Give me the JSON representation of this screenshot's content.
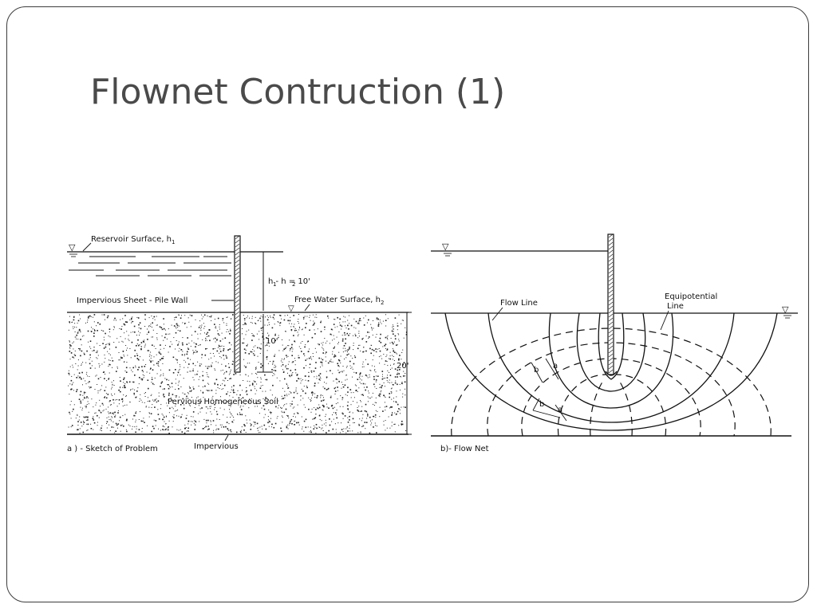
{
  "slide": {
    "title": "Flownet Contruction (1)"
  },
  "sketch": {
    "reservoir_label": "Reservoir Surface, h",
    "reservoir_sub": "1",
    "head_diff_label": "h  - h  = 10'",
    "head_h1_sub": "1",
    "head_h2_sub": "2",
    "wall_label": "Impervious Sheet - Pile Wall",
    "free_surface_label": "Free Water Surface, h",
    "free_surface_sub": "2",
    "embed_depth_label": "10'",
    "soil_depth_label": "20'",
    "soil_label": "Pervious Homogeneous Soil",
    "base_label": "Impervious",
    "caption": "a ) - Sketch of Problem"
  },
  "flownet": {
    "flow_line_label": "Flow Line",
    "equipotential_label_1": "Equipotential",
    "equipotential_label_2": "Line",
    "mark_b": "b",
    "mark_a": "a",
    "caption": "b)- Flow Net"
  },
  "colors": {
    "ink": "#111111",
    "title": "#4a4a4a",
    "frame": "#3c3c3c"
  }
}
